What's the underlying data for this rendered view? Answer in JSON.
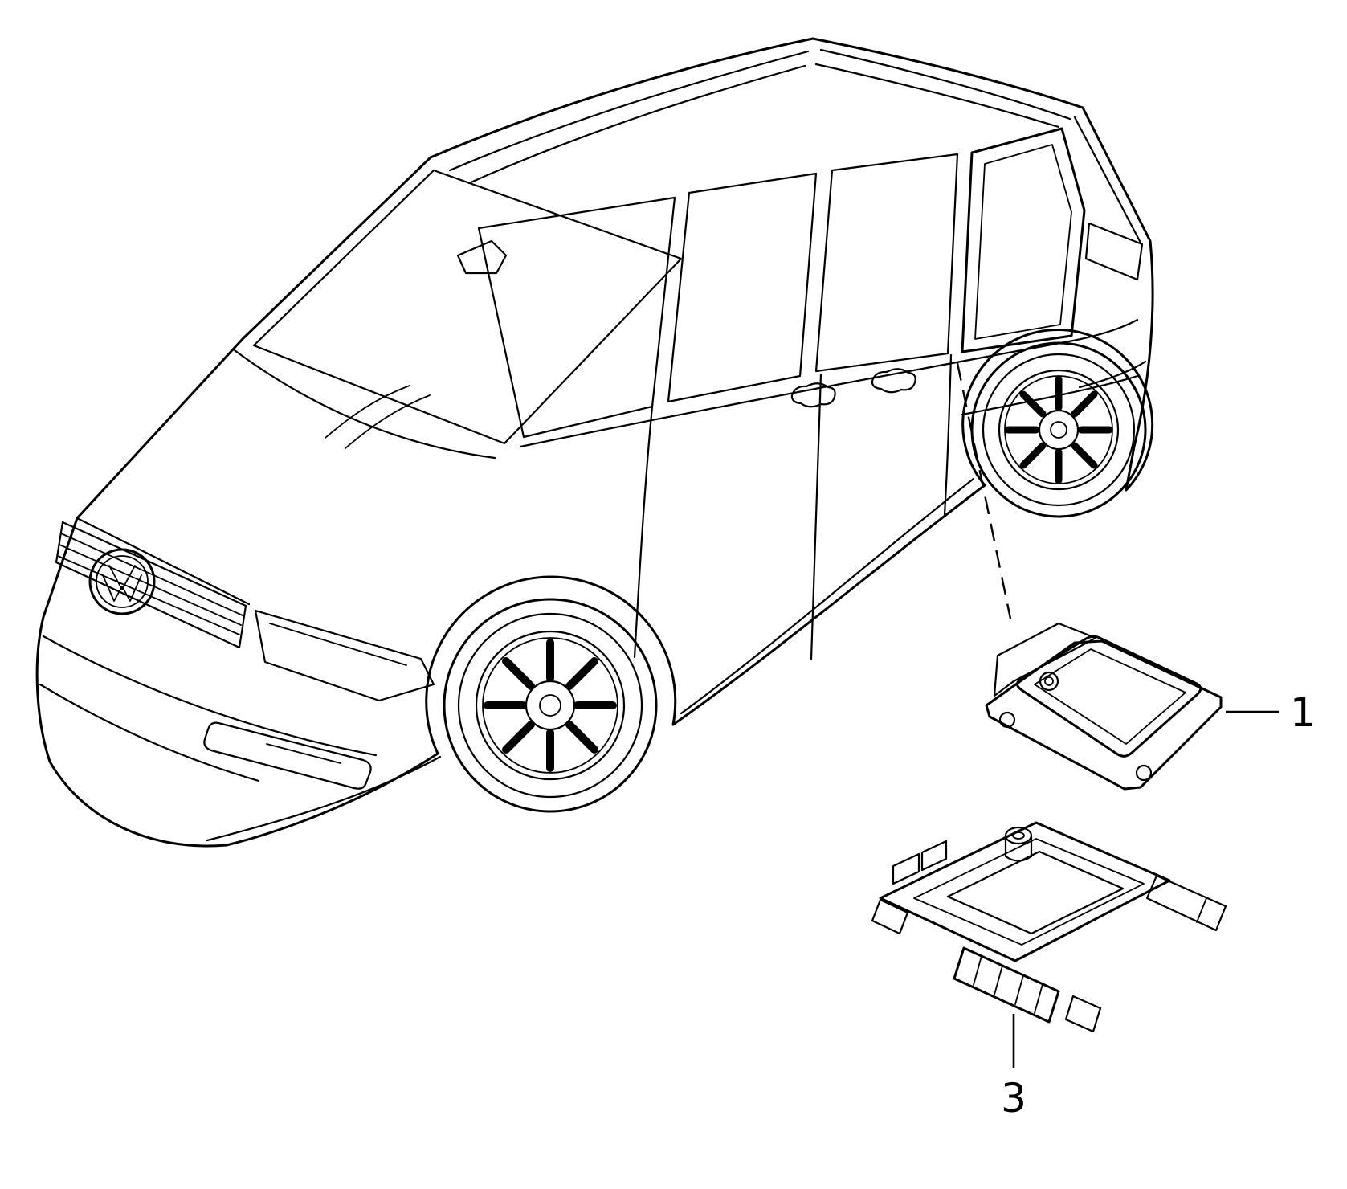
{
  "diagram": {
    "type": "vehicle-parts-line-diagram",
    "subject": "minivan-line-art-with-exploded-components",
    "callouts": [
      {
        "label": "1",
        "part_name": "control-unit-with-mounting-plate"
      },
      {
        "label": "3",
        "part_name": "retaining-bracket"
      }
    ],
    "colors": {
      "line": "#000000",
      "background": "#ffffff"
    }
  }
}
